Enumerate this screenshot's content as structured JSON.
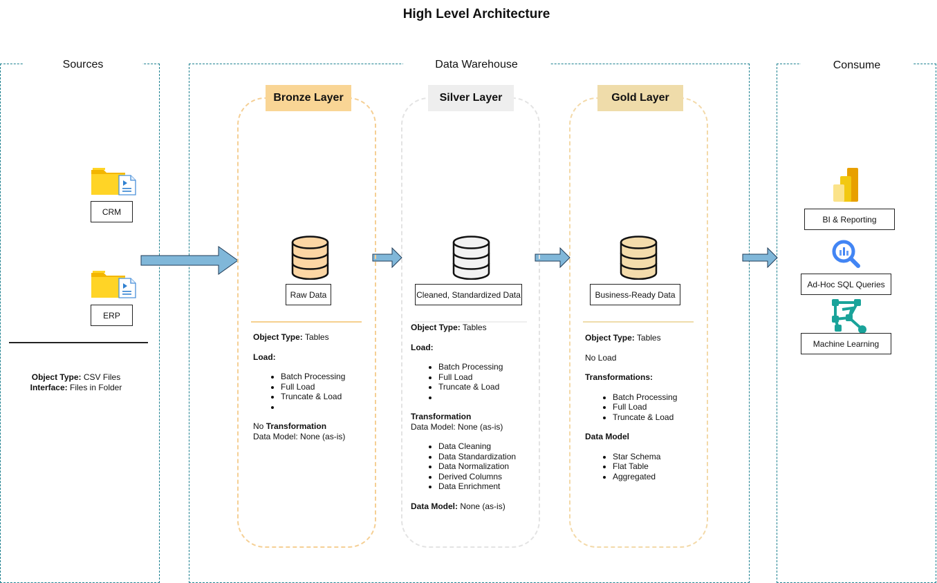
{
  "title": "High Level Architecture",
  "sources": {
    "title": "Sources",
    "crm_label": "CRM",
    "erp_label": "ERP",
    "object_type_key": "Object Type:",
    "object_type_val": " CSV Files",
    "interface_key": "Interface:",
    "interface_val": " Files in Folder"
  },
  "warehouse": {
    "title": "Data Warehouse"
  },
  "bronze": {
    "header": "Bronze Layer",
    "db_label": "Raw Data",
    "object_type_key": "Object Type:",
    "object_type_val": "  Tables",
    "load_key": "Load:",
    "load_items": [
      "Batch Processing",
      "Full Load",
      "Truncate & Load",
      ""
    ],
    "transform_prefix": "No ",
    "transform_key": "Transformation",
    "data_model": "Data Model: None (as-is)"
  },
  "silver": {
    "header": "Silver Layer",
    "db_label": "Cleaned, Standardized Data",
    "object_type_key": "Object Type:",
    "object_type_val": "  Tables",
    "load_key": "Load:",
    "load_items": [
      "Batch Processing",
      "Full Load",
      "Truncate & Load",
      ""
    ],
    "transform_key": "Transformation",
    "transform_model": "Data Model: None (as-is)",
    "transform_items": [
      "Data Cleaning",
      "Data Standardization",
      "Data Normalization",
      "Derived Columns",
      "Data Enrichment"
    ],
    "data_model_key": "Data Model:",
    "data_model_val": " None (as-is)"
  },
  "gold": {
    "header": "Gold Layer",
    "db_label": "Business-Ready Data",
    "object_type_key": "Object Type:",
    "object_type_val": "  Tables",
    "no_load": "No Load",
    "transform_key": "Transformations:",
    "transform_items": [
      "Batch Processing",
      "Full Load",
      "Truncate & Load"
    ],
    "data_model_key": "Data Model",
    "data_model_items": [
      "Star Schema",
      "Flat Table",
      "Aggregated"
    ]
  },
  "consume": {
    "title": "Consume",
    "bi_label": "BI & Reporting",
    "sql_label": "Ad-Hoc SQL Queries",
    "ml_label": "Machine Learning"
  },
  "colors": {
    "section_border": "#1a7f8e",
    "bronze_fill": "#f9d595",
    "bronze_border": "#f5cf94",
    "silver_fill": "#eeeeee",
    "silver_border": "#e3e3e3",
    "gold_fill": "#efdcaa",
    "gold_border": "#f3d9a8",
    "arrow_fill": "#80b7d9",
    "bronze_db": "#fcd6a4",
    "silver_db": "#f2f2f2",
    "gold_db": "#f4dcac"
  },
  "icons": [
    "folder-icon",
    "document-icon",
    "database-icon",
    "power-bi-icon",
    "bigquery-search-icon",
    "machine-learning-icon",
    "arrow-right-icon"
  ]
}
